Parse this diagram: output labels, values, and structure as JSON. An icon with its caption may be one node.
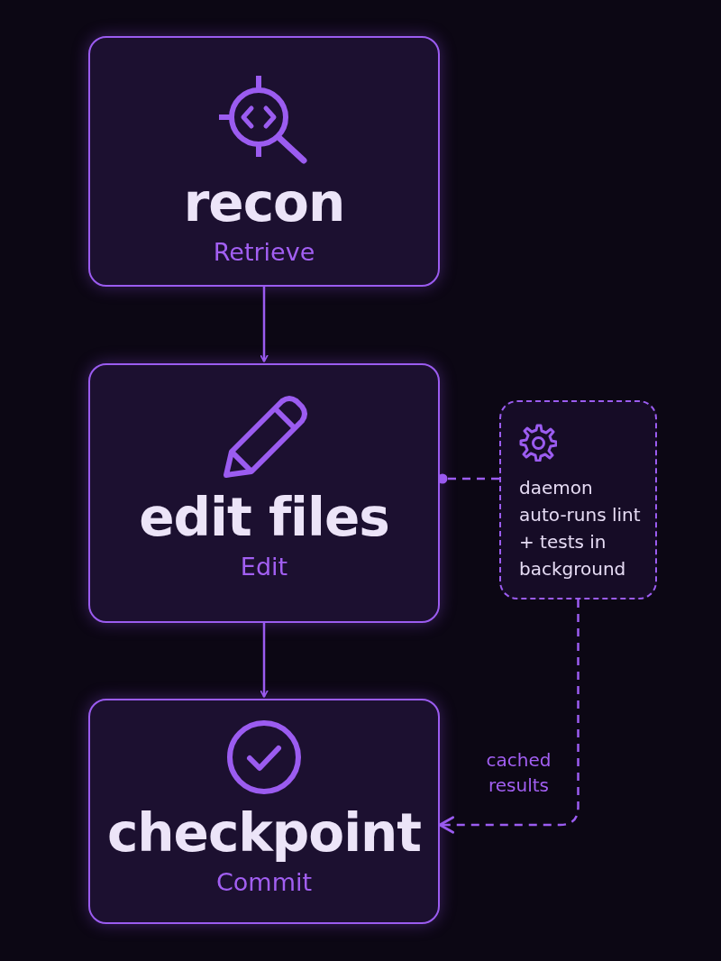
{
  "diagram": {
    "nodes": [
      {
        "text": [
          "recon",
          "Retrieve"
        ]
      },
      {
        "text": [
          "edit files",
          "Edit"
        ]
      },
      {
        "text": [
          "checkpoint",
          "Commit"
        ]
      },
      {
        "text": [
          "daemon auto-runs lint + tests in background"
        ]
      }
    ],
    "edges": [
      {
        "from": 0,
        "to": 1,
        "arrow": "to"
      },
      {
        "from": 1,
        "to": 2,
        "arrow": "to"
      },
      {
        "from": 3,
        "to": 1,
        "arrow": "other",
        "style": "dashed"
      },
      {
        "from": 3,
        "to": 2,
        "arrow": "to",
        "style": "dashed",
        "label": "cached results"
      }
    ]
  }
}
